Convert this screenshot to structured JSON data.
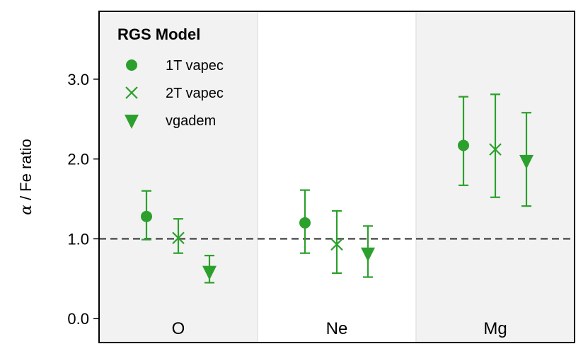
{
  "chart_data": {
    "type": "scatter",
    "ylabel_math": "α",
    "ylabel_rest": " / Fe ratio",
    "categories": [
      "O",
      "Ne",
      "Mg"
    ],
    "ylim": [
      -0.3,
      3.85
    ],
    "yticks": [
      0.0,
      1.0,
      2.0,
      3.0
    ],
    "ytick_labels": [
      "0.0",
      "1.0",
      "2.0",
      "3.0"
    ],
    "reference_line": 1.0,
    "color": "#2ca02c",
    "band_colors": [
      "#f2f2f2",
      "#ffffff",
      "#f2f2f2"
    ],
    "legend": {
      "title": "RGS Model",
      "position": "top-left"
    },
    "series": [
      {
        "name": "1T vapec",
        "marker": "circle",
        "points": [
          {
            "category": "O",
            "y": 1.28,
            "low": 0.99,
            "high": 1.6
          },
          {
            "category": "Ne",
            "y": 1.2,
            "low": 0.82,
            "high": 1.61
          },
          {
            "category": "Mg",
            "y": 2.17,
            "low": 1.67,
            "high": 2.78
          }
        ]
      },
      {
        "name": "2T vapec",
        "marker": "x",
        "points": [
          {
            "category": "O",
            "y": 1.01,
            "low": 0.82,
            "high": 1.25
          },
          {
            "category": "Ne",
            "y": 0.93,
            "low": 0.57,
            "high": 1.35
          },
          {
            "category": "Mg",
            "y": 2.12,
            "low": 1.52,
            "high": 2.81
          }
        ]
      },
      {
        "name": "vgadem",
        "marker": "triangle-down",
        "points": [
          {
            "category": "O",
            "y": 0.59,
            "low": 0.45,
            "high": 0.79
          },
          {
            "category": "Ne",
            "y": 0.82,
            "low": 0.52,
            "high": 1.16
          },
          {
            "category": "Mg",
            "y": 1.98,
            "low": 1.41,
            "high": 2.58
          }
        ]
      }
    ]
  }
}
